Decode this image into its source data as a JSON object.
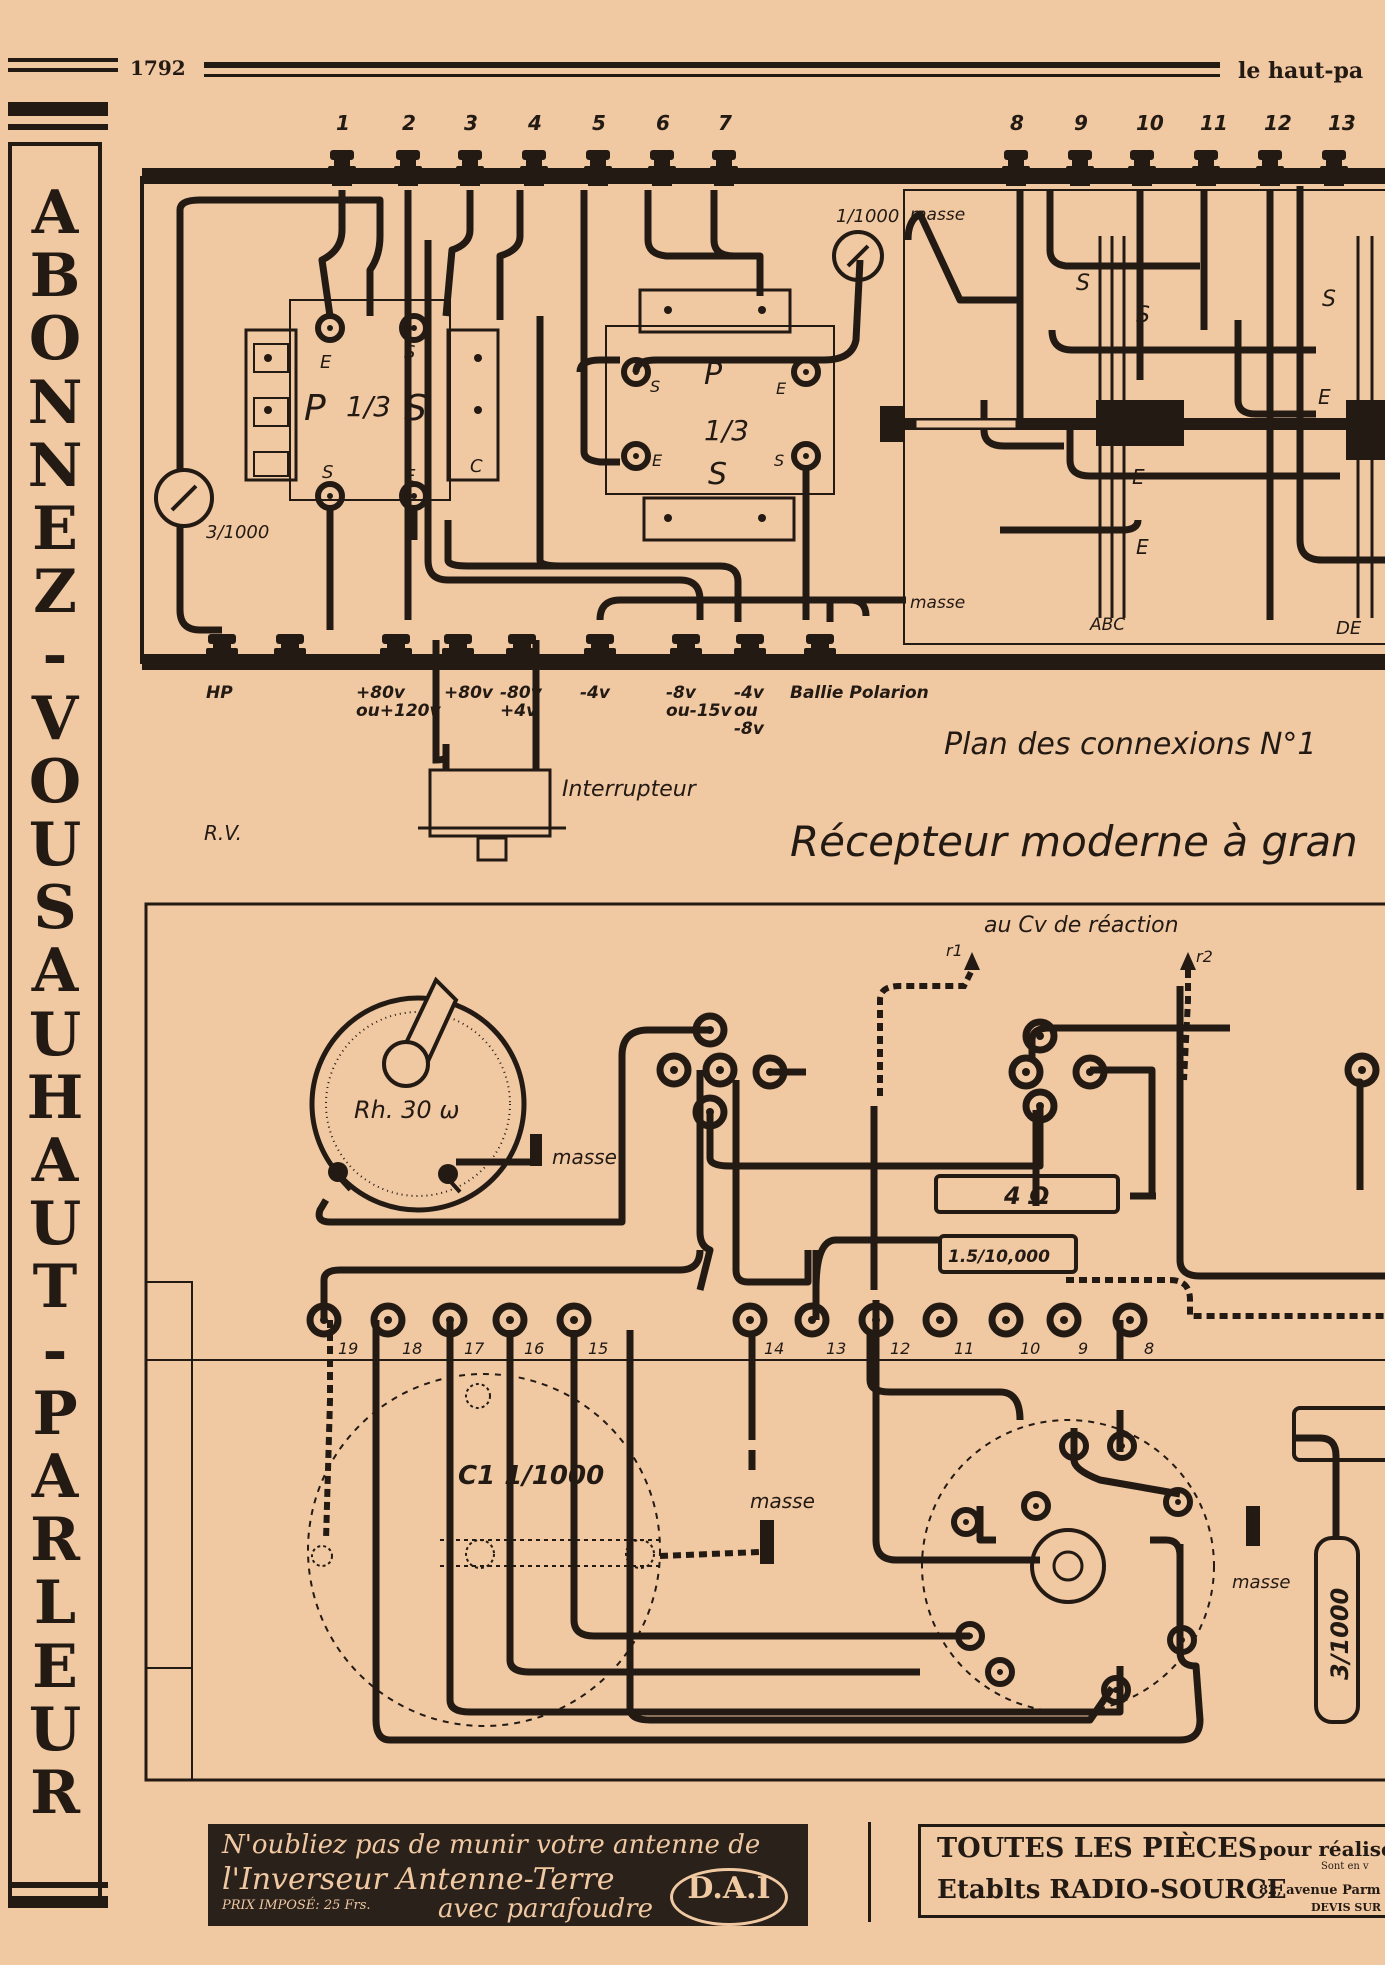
{
  "header": {
    "page_number": "1792",
    "masthead": "le haut-pa"
  },
  "side_banner": {
    "letters": [
      "A",
      "B",
      "O",
      "N",
      "N",
      "E",
      "Z",
      "-",
      "V",
      "O",
      "U",
      "S",
      "A",
      "U",
      "H",
      "A",
      "U",
      "T",
      "-",
      "P",
      "A",
      "R",
      "L",
      "E",
      "U",
      "R"
    ]
  },
  "diagram1": {
    "top_terminals": [
      "1",
      "2",
      "3",
      "4",
      "5",
      "6",
      "7",
      "8",
      "9",
      "10",
      "11",
      "12",
      "13"
    ],
    "bottom_labels": [
      "HP",
      "+80v ou+120v",
      "+80v",
      "-80v +4v",
      "-4v",
      "-8v ou-15v",
      "-4v ou -8v",
      "Ballie Polarion"
    ],
    "transformer1": [
      "E",
      "S",
      "P",
      "1/3",
      "S",
      "S",
      "E",
      "C"
    ],
    "transformer2": [
      "S",
      "P",
      "E",
      "1/3",
      "E",
      "S",
      "S"
    ],
    "cap1": "1/1000",
    "cap2": "3/1000",
    "masse": "masse",
    "abc": "ABC",
    "de": "DE",
    "interrupteur": "Interrupteur",
    "rv": "R.V.",
    "caption": "Plan des connexions N°1",
    "title": "Récepteur moderne à gran"
  },
  "diagram2": {
    "reaction": "au Cv de réaction",
    "r1": "r1",
    "r2": "r2",
    "rheostat": "Rh. 30 ω",
    "resistor": "4 Ω",
    "grid_leak": "1.5/10,000",
    "capacitor": "3/1000",
    "c1": "C1 1/1000",
    "masse": "masse",
    "terminals": [
      "19",
      "18",
      "17",
      "16",
      "15",
      "14",
      "13",
      "12",
      "11",
      "10",
      "9",
      "8"
    ]
  },
  "ad_left": {
    "line1": "N'oubliez pas de munir votre antenne de",
    "line2": "l'Inverseur Antenne-Terre",
    "price": "PRIX IMPOSÉ: 25 Frs.",
    "line3": "avec parafoudre",
    "logo": "D.A.I"
  },
  "ad_right": {
    "line1": "TOUTES LES PIÈCES",
    "line1b": "pour réalise",
    "line2": "Etablts RADIO-SOURCE",
    "line2b": "82, avenue Parm",
    "small1": "Sont en v",
    "small2": "DEVIS SUR"
  }
}
